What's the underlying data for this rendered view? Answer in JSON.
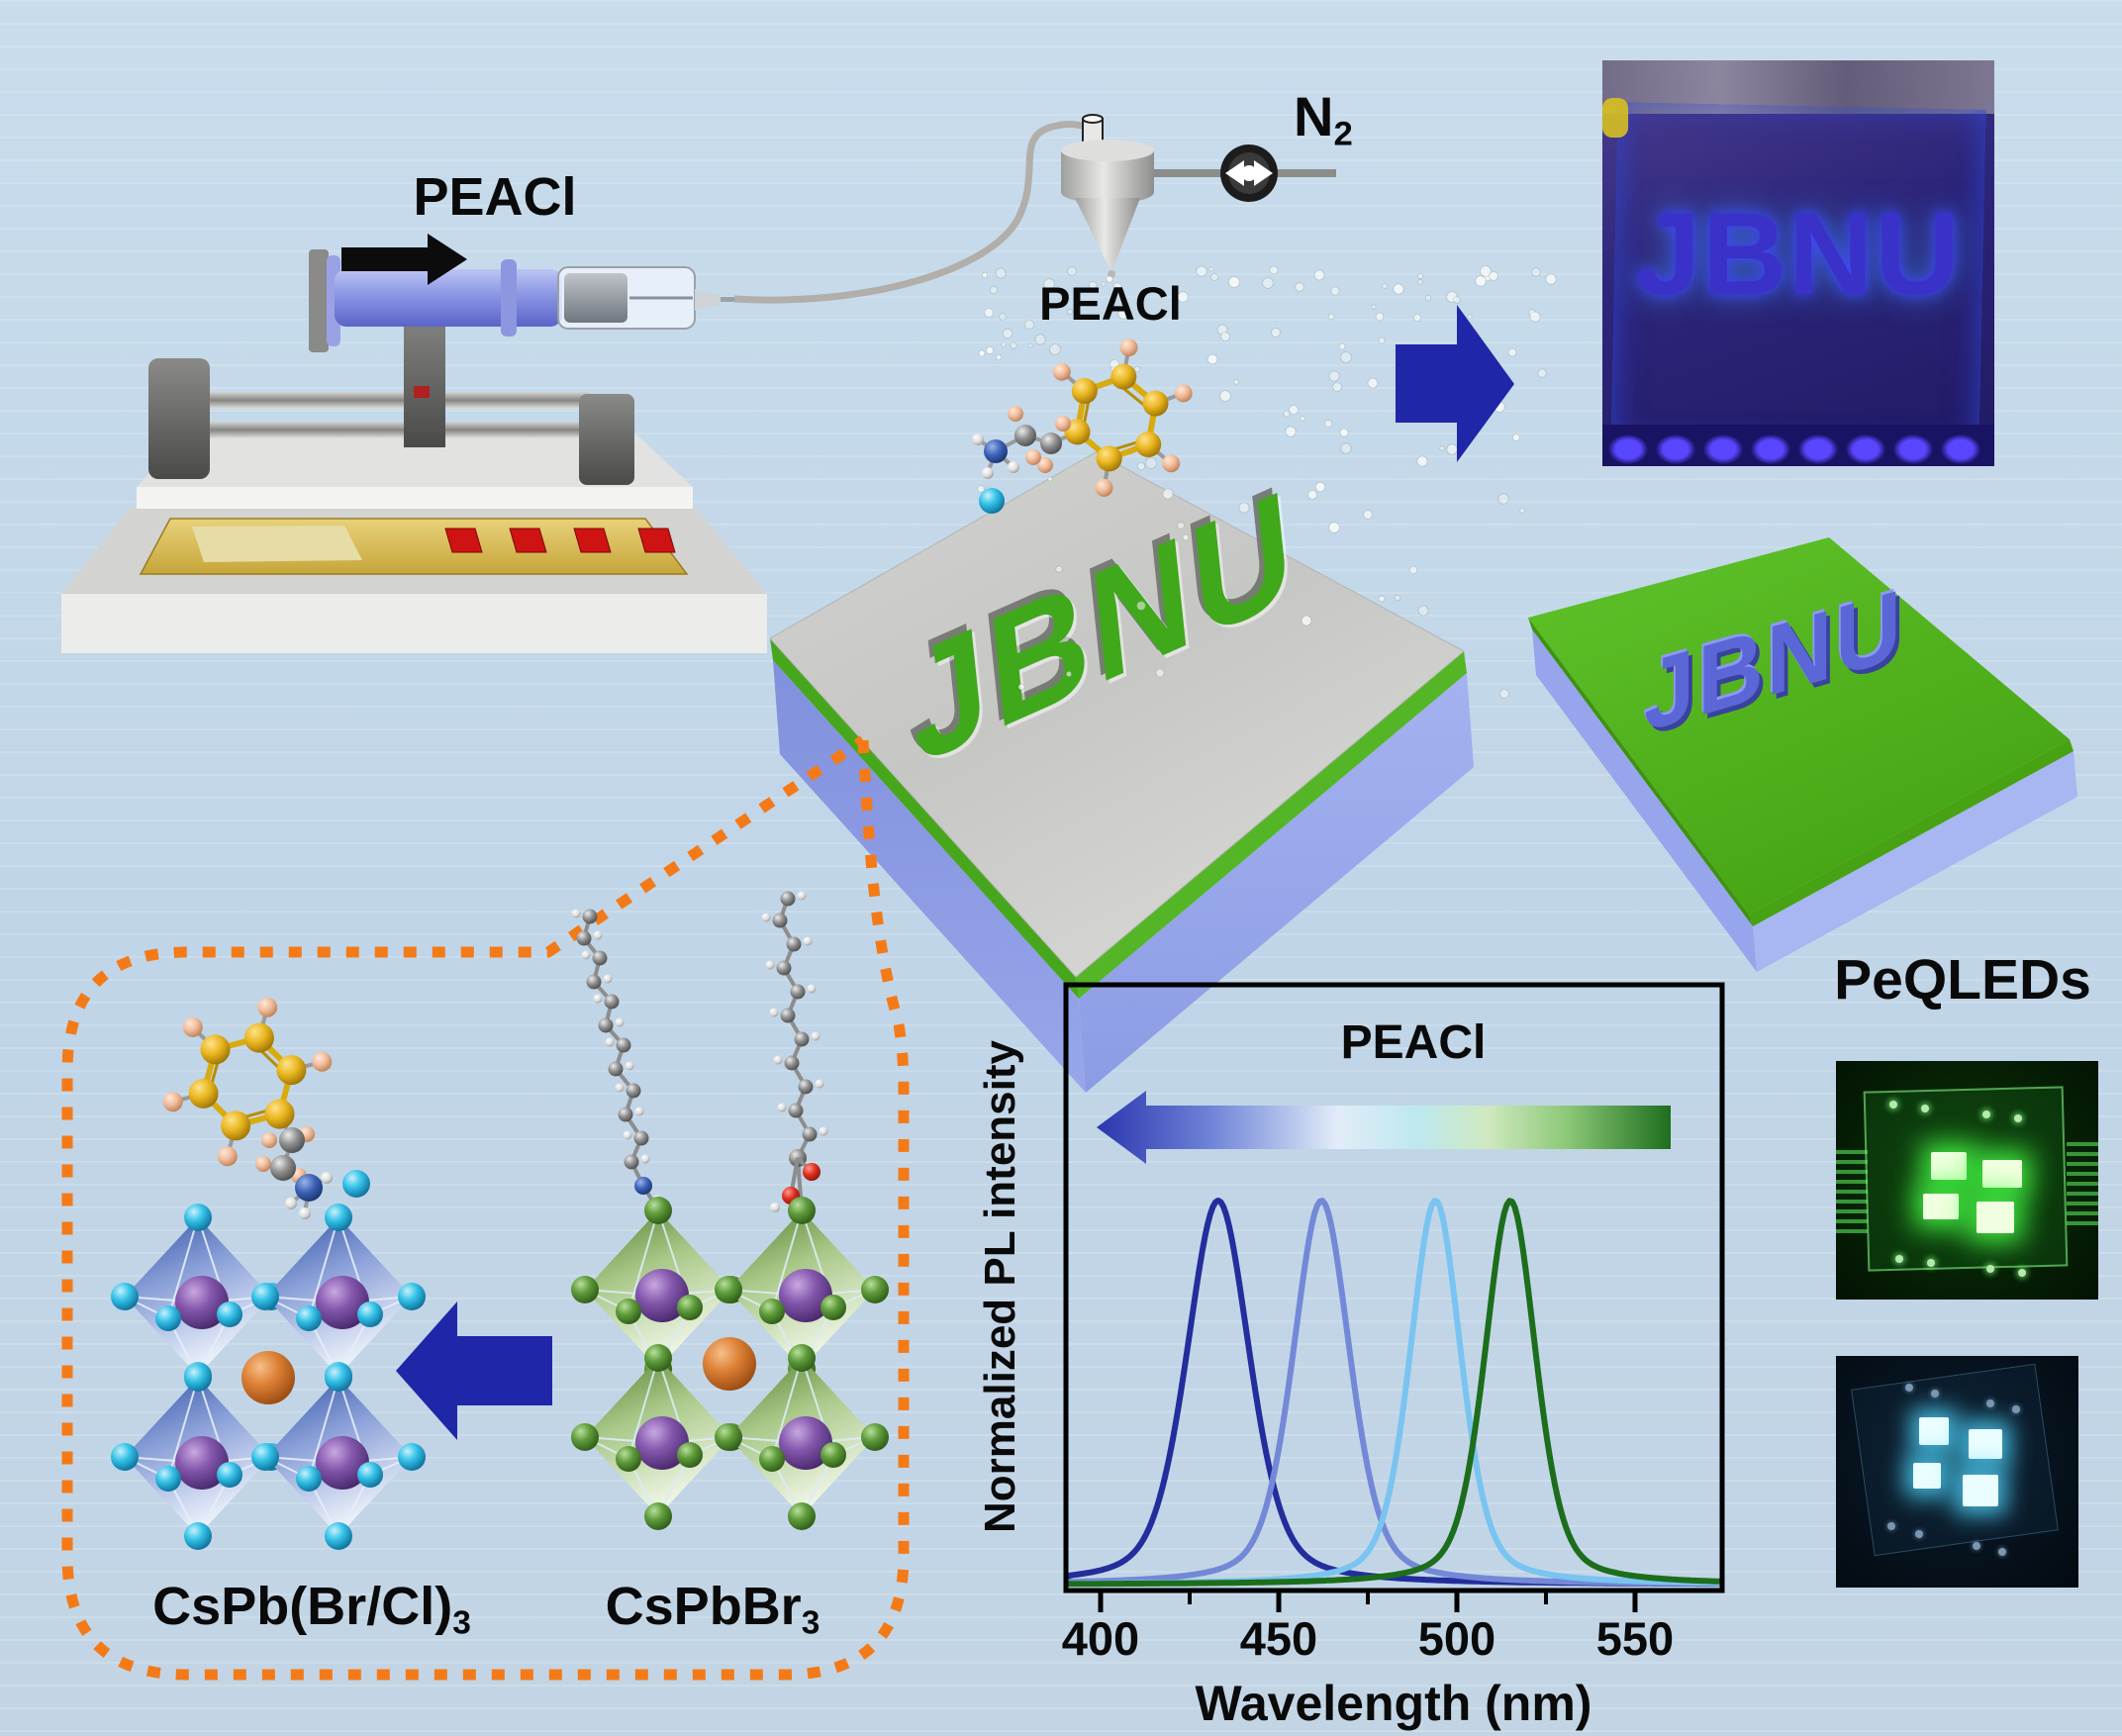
{
  "labels": {
    "pump_solution": "PEACl",
    "spray_solution": "PEACl",
    "gas": {
      "base": "N",
      "sub": "2"
    },
    "substrate_engraving": "JBNU",
    "uv_film_text": "JBNU",
    "patterned_film_text": "JBNU",
    "product_formula": {
      "base": "CsPb(Br/Cl)",
      "sub": "3"
    },
    "precursor_formula": {
      "base": "CsPbBr",
      "sub": "3"
    },
    "devices_title": "PeQLEDs"
  },
  "chart_data": {
    "type": "line",
    "title": "PEACl",
    "xlabel": "Wavelength (nm)",
    "ylabel": "Normalized PL intensity",
    "x_ticks": [
      400,
      450,
      500,
      550
    ],
    "x_minor_ticks": [
      425,
      475,
      525
    ],
    "xlim": [
      390,
      575
    ],
    "ylim": [
      0,
      1.08
    ],
    "grid": false,
    "legend": "none",
    "direction_arrow": {
      "label": "PEACl",
      "points": "left",
      "meaning": "more PEACl blue-shifts the PL emission",
      "gradient_left_to_right": [
        "#2b35ae",
        "#6f84d8",
        "#e2ecf8",
        "#bde8ee",
        "#8cc878",
        "#1d6e1d"
      ]
    },
    "series": [
      {
        "name": "navy_peak",
        "color": "#232d9c",
        "peak_nm": 433,
        "fwhm_nm": 21,
        "peak_norm_intensity": 1.0
      },
      {
        "name": "periwinkle_peak",
        "color": "#7488d8",
        "peak_nm": 462,
        "fwhm_nm": 19,
        "peak_norm_intensity": 1.0
      },
      {
        "name": "sky_blue_peak",
        "color": "#79c4f0",
        "peak_nm": 494,
        "fwhm_nm": 17,
        "peak_norm_intensity": 1.0
      },
      {
        "name": "green_peak",
        "color": "#1c6e1c",
        "peak_nm": 515,
        "fwhm_nm": 17,
        "peak_norm_intensity": 1.0
      }
    ]
  },
  "colors": {
    "background": "#c2d7e9",
    "accent_arrow_navy": "#2026a8",
    "callout_dash_orange": "#f47a18",
    "perovskite_green_film": "#54b81e",
    "substrate_blue": "#93a3e8",
    "cs_atom": "#dd8136",
    "pb_atom": "#8457ad",
    "br_atom": "#5f9c3c",
    "cl_halide_atom": "#35c2e8",
    "uv_led_green": "#3dff3d",
    "uv_led_cyan": "#35d8ff"
  }
}
